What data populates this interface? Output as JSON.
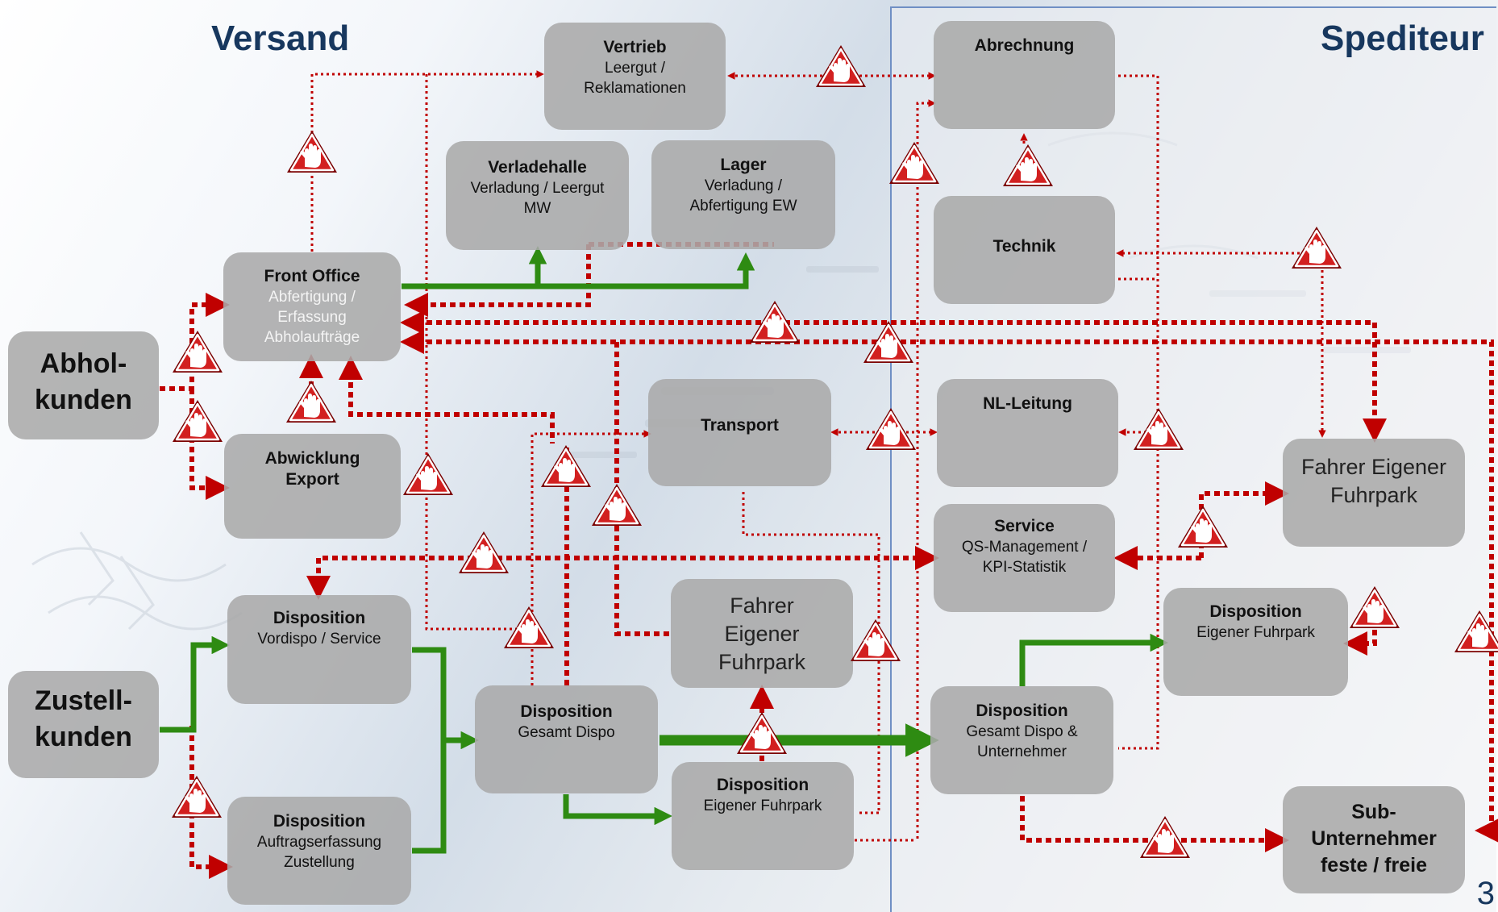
{
  "sections": {
    "left": "Versand",
    "right": "Spediteur"
  },
  "page_number": "3",
  "colors": {
    "arrow_dotted": "#c00000",
    "arrow_solid": "#2e8b12",
    "box": "#aaaaaa",
    "title": "#17375e",
    "stop_sign": "#d22020"
  },
  "nodes": {
    "vertrieb": {
      "title": "Vertrieb",
      "sub": "Leergut /\nReklamationen"
    },
    "abrechnung": {
      "title": "Abrechnung"
    },
    "verladehalle": {
      "title": "Verladehalle",
      "sub": "Verladung / Leergut\nMW"
    },
    "lager": {
      "title": "Lager",
      "sub": "Verladung /\nAbfertigung EW"
    },
    "technik": {
      "title": "Technik"
    },
    "front_office": {
      "title": "Front Office",
      "sub": "Abfertigung /\nErfassung\nAbholaufträge"
    },
    "abholkunden": {
      "title": "Abhol-\nkunden"
    },
    "abwicklung": {
      "title": "Abwicklung\nExport"
    },
    "transport": {
      "title": "Transport"
    },
    "nl_leitung": {
      "title": "NL-Leitung"
    },
    "fahrer_right": {
      "title": "Fahrer Eigener\nFuhrpark"
    },
    "service": {
      "title": "Service",
      "sub": "QS-Management /\nKPI-Statistik"
    },
    "dispo_vordispo": {
      "title": "Disposition",
      "sub": "Vordispo / Service"
    },
    "fahrer_mid": {
      "title": "Fahrer\nEigener\nFuhrpark"
    },
    "dispo_eigener_right": {
      "title": "Disposition",
      "sub": "Eigener Fuhrpark"
    },
    "zustellkunden": {
      "title": "Zustell-\nkunden"
    },
    "dispo_gesamt": {
      "title": "Disposition",
      "sub": "Gesamt Dispo"
    },
    "dispo_gesamt_unt": {
      "title": "Disposition",
      "sub": "Gesamt Dispo &\nUnternehmer"
    },
    "dispo_eigener_mid": {
      "title": "Disposition",
      "sub": "Eigener Fuhrpark"
    },
    "dispo_auftrag": {
      "title": "Disposition",
      "sub": "Auftragserfassung\nZustellung"
    },
    "sub_unternehmer": {
      "title": "Sub-\nUnternehmer\nfeste / freie"
    }
  }
}
